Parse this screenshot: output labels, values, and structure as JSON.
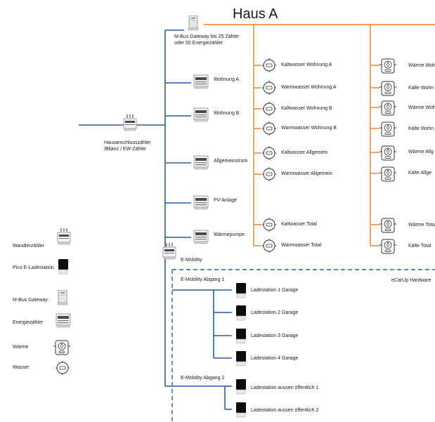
{
  "title": "Haus A",
  "colors": {
    "bus": "#2a5ca8",
    "water_heat": "#f07a28",
    "hardware": "#2a5ca8"
  },
  "gateway": {
    "label_line1": "M-Bus Gateway bis 25 Zähler",
    "label_line2": "oder 50 Energiezähler"
  },
  "main_meter": {
    "label_line1": "Hausanschlusszähler",
    "label_line2": "/Bilanz / EW-Zähler"
  },
  "meters": [
    "Wohnung A",
    "Wohnung B",
    "Allgemeinstrom",
    "PV-Anlage",
    "Wärmepumpe"
  ],
  "water_meters": [
    "Kaltwasser Wohnung A",
    "Warmwasser Wohnung A",
    "Kaltwasser Wohnung B",
    "Warmwasser Wohnung B",
    "Kaltwasser Allgemein",
    "Warmwasser Allgemein",
    "Kaltwasser Total",
    "Warmwasser Total"
  ],
  "heat_meters": [
    "Wärme Woh",
    "Kälte Wohn",
    "Wärme Woh",
    "Kälte Wohn",
    "Wärme Allg",
    "Kälte Allge",
    "Wärme Tota",
    "Kälte Total"
  ],
  "emobility": {
    "label": "E-Mobility",
    "hardware_label": "eCarUp Hardware",
    "abgang1": "E-Mobility Abgang 1",
    "abgang2": "E-Mobility Abgang 2",
    "stations1": [
      "Ladestation 1 Garage",
      "Ladestation 2 Garage",
      "Ladestation 3 Garage",
      "Ladestation 4 Garage"
    ],
    "stations2": [
      "Ladestation aussen öffentlich 1",
      "Ladestation aussen öffentlich 2"
    ]
  },
  "legend": [
    {
      "label": "Wandlerzähler",
      "icon": "transformer-meter-icon"
    },
    {
      "label": "Pico E-Ladestation",
      "icon": "charging-station-icon"
    },
    {
      "label": "M-Bus Gateway",
      "icon": "gateway-icon"
    },
    {
      "label": "Energiezähler",
      "icon": "energy-meter-icon"
    },
    {
      "label": "Wärme",
      "icon": "heat-meter-icon"
    },
    {
      "label": "Wasser",
      "icon": "water-meter-icon"
    }
  ]
}
